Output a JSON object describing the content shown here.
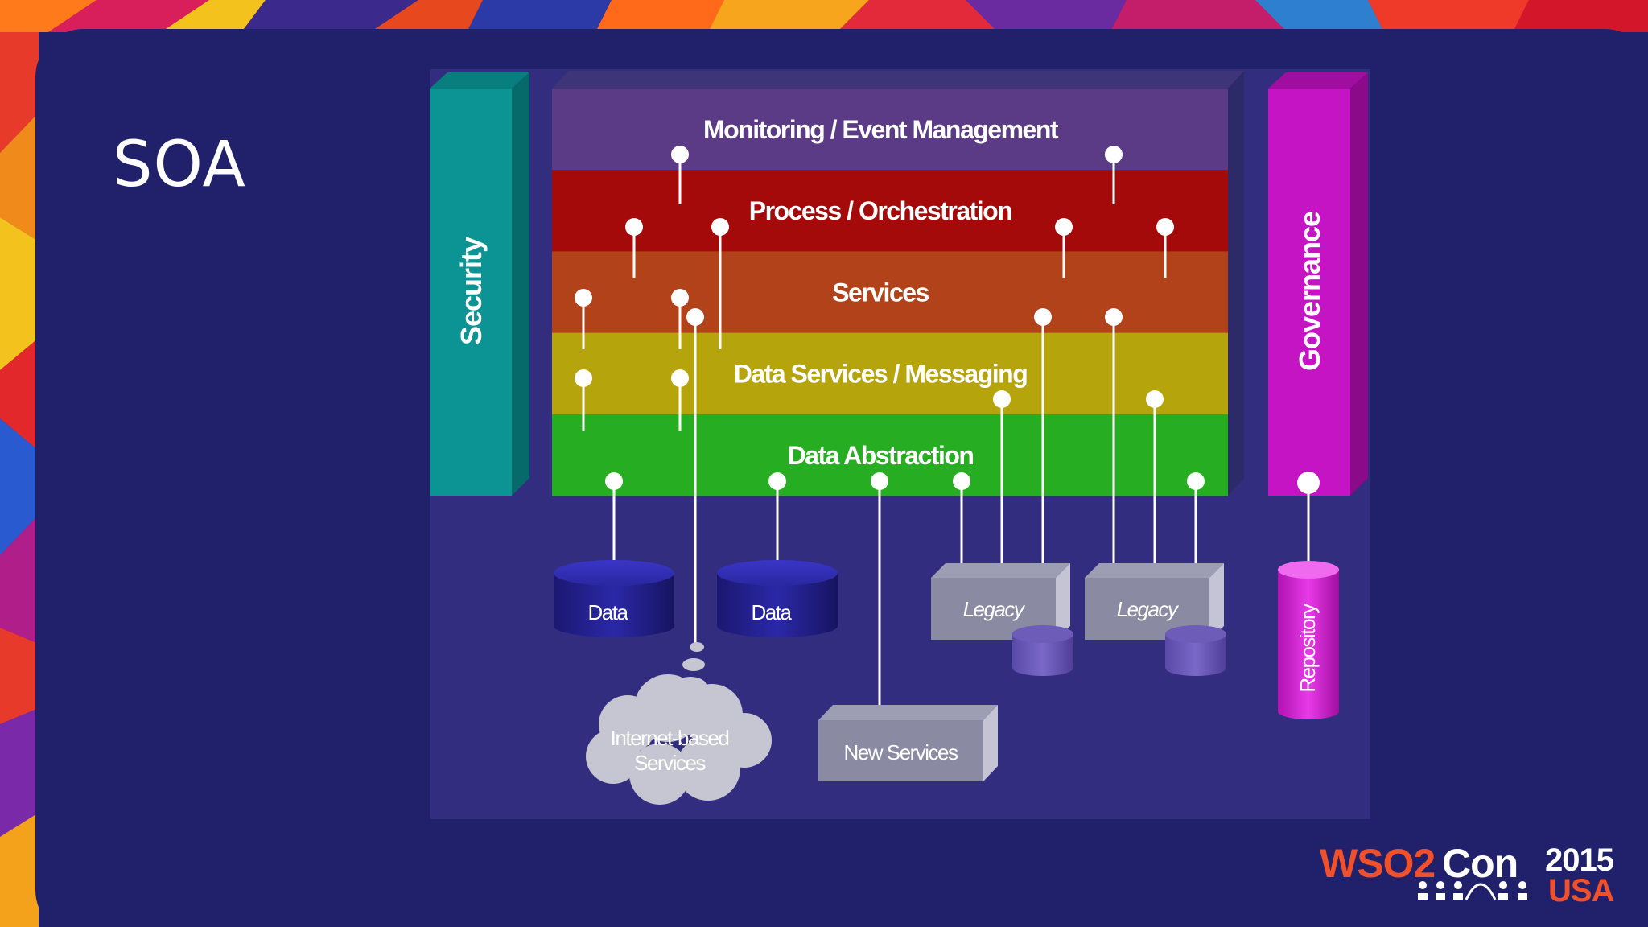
{
  "slide": {
    "title": "SOA"
  },
  "diagram": {
    "layers": [
      {
        "label": "Monitoring / Event Management",
        "color": "#5b3a86"
      },
      {
        "label": "Process / Orchestration",
        "color": "#a50a0a"
      },
      {
        "label": "Services",
        "color": "#b2421a"
      },
      {
        "label": "Data Services / Messaging",
        "color": "#b6a40c"
      },
      {
        "label": "Data Abstraction",
        "color": "#27ad22"
      }
    ],
    "security": {
      "label": "Security",
      "color": "#0b9493"
    },
    "governance": {
      "label": "Governance",
      "color": "#c414c4"
    },
    "repository": {
      "label": "Repository"
    },
    "data_stores": [
      {
        "label": "Data"
      },
      {
        "label": "Data"
      }
    ],
    "legacy_systems": [
      {
        "label": "Legacy"
      },
      {
        "label": "Legacy"
      }
    ],
    "new_services": {
      "label": "New Services"
    },
    "internet_services": {
      "line1": "Internet-based",
      "line2": "Services"
    }
  },
  "logo": {
    "brand_a": "WSO2",
    "brand_b": "Con",
    "year": "2015",
    "region": "USA",
    "accent_color": "#f0502a"
  }
}
